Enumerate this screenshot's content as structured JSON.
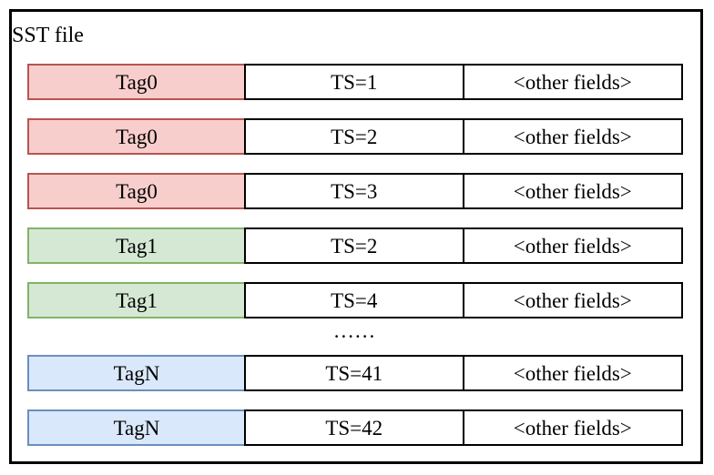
{
  "diagram": {
    "title": "SST file",
    "ellipsis": "......",
    "rows": [
      {
        "tag": "Tag0",
        "ts": "TS=1",
        "other": "<other fields>",
        "color": "red"
      },
      {
        "tag": "Tag0",
        "ts": "TS=2",
        "other": "<other fields>",
        "color": "red"
      },
      {
        "tag": "Tag0",
        "ts": "TS=3",
        "other": "<other fields>",
        "color": "red"
      },
      {
        "tag": "Tag1",
        "ts": "TS=2",
        "other": "<other fields>",
        "color": "green"
      },
      {
        "tag": "Tag1",
        "ts": "TS=4",
        "other": "<other fields>",
        "color": "green"
      },
      {
        "tag": "TagN",
        "ts": "TS=41",
        "other": "<other fields>",
        "color": "blue"
      },
      {
        "tag": "TagN",
        "ts": "TS=42",
        "other": "<other fields>",
        "color": "blue"
      }
    ],
    "colors": {
      "red": {
        "fill": "#f8cecc",
        "stroke": "#b85450"
      },
      "green": {
        "fill": "#d5e8d4",
        "stroke": "#82b366"
      },
      "blue": {
        "fill": "#dae8fc",
        "stroke": "#6c8ebf"
      },
      "plain": {
        "fill": "#ffffff",
        "stroke": "#000000"
      }
    }
  }
}
